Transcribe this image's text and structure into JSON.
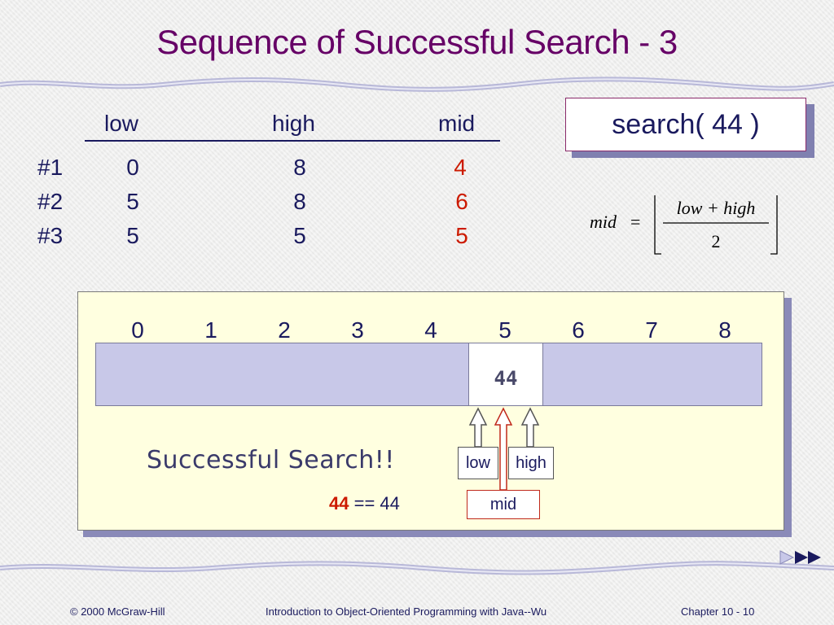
{
  "slide": {
    "title": "Sequence of Successful Search - 3"
  },
  "table": {
    "headers": [
      "low",
      "high",
      "mid"
    ],
    "rows": [
      {
        "label": "#1",
        "low": "0",
        "high": "8",
        "mid": "4"
      },
      {
        "label": "#2",
        "low": "5",
        "high": "8",
        "mid": "6"
      },
      {
        "label": "#3",
        "low": "5",
        "high": "5",
        "mid": "5"
      }
    ]
  },
  "search_call": "search( 44 )",
  "formula": {
    "lhs": "mid",
    "equals": "=",
    "numerator": "low + high",
    "denominator": "2"
  },
  "array": {
    "indices": [
      "0",
      "1",
      "2",
      "3",
      "4",
      "5",
      "6",
      "7",
      "8"
    ],
    "found_value": "44",
    "found_index": 5
  },
  "result": {
    "message": "Successful Search!!",
    "compare_left": "44",
    "compare_rest": " == 44"
  },
  "pointers": {
    "low": "low",
    "high": "high",
    "mid": "mid"
  },
  "footer": {
    "copyright": "© 2000 McGraw-Hill",
    "book": "Introduction to Object-Oriented Programming with Java--Wu",
    "chapter": "Chapter 10 - 10"
  },
  "colors": {
    "title": "#660066",
    "text": "#1a1a5e",
    "highlight": "#cc1a00",
    "array_fill": "#c8c8e8",
    "panel_fill": "#ffffe0"
  },
  "icons": {
    "next": "fast-forward-icon"
  }
}
